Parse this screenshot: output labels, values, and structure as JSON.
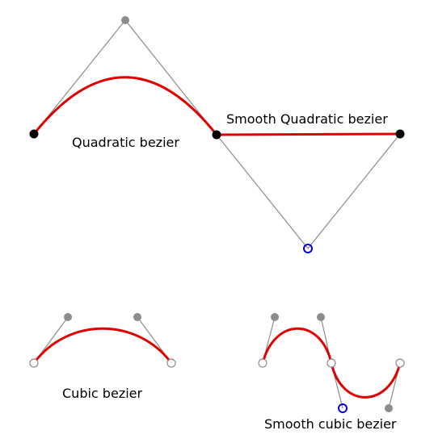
{
  "labels": {
    "quadratic": "Quadratic bezier",
    "smooth_quadratic": "Smooth Quadratic bezier",
    "cubic": "Cubic bezier",
    "smooth_cubic": "Smooth cubic bezier"
  },
  "colors": {
    "curve": "#e00000",
    "control_line": "#8c8c8c",
    "control_point": "#8c8c8c",
    "end_point_filled": "#000000",
    "end_point_hollow": "#8c8c8c",
    "reflected_point": "#0000dd",
    "background": "#ffffff"
  }
}
